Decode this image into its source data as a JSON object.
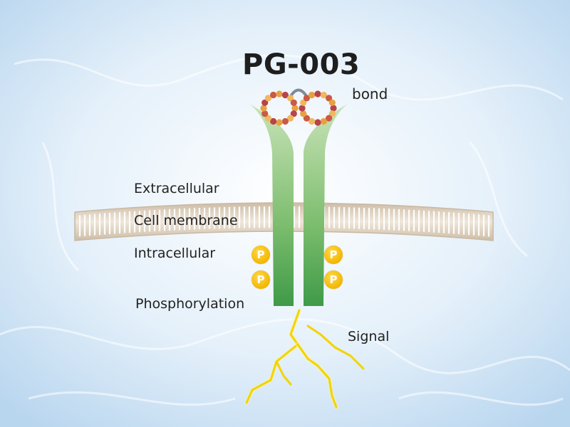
{
  "title": "PG-003",
  "labels": {
    "bond": "bond",
    "extracellular": "Extracellular",
    "cell_membrane": "Cell membrane",
    "intracellular": "Intracellular",
    "phosphorylation": "Phosphorylation",
    "signal": "Signal"
  },
  "phospho_symbol": "P",
  "colors": {
    "background": "#cfe3f4",
    "receptor": "#5cab5a",
    "membrane": "#d9cbb8",
    "phosphate": "#f3b700",
    "signal": "#f2d400",
    "bead_orange": "#e8a040",
    "bead_red": "#b8434a"
  }
}
